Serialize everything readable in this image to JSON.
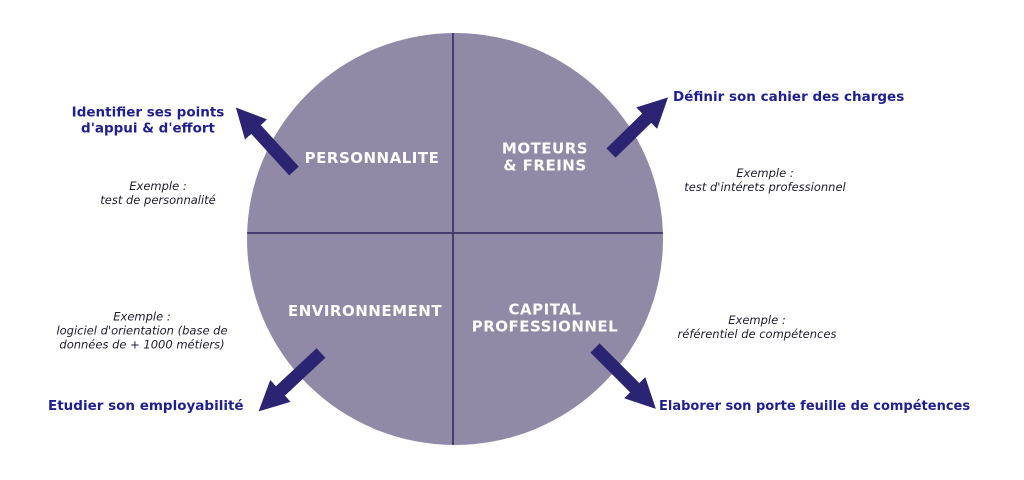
{
  "diagram": {
    "quadrants": [
      {
        "id": "personnalite",
        "label": "PERSONNALITE"
      },
      {
        "id": "moteurs-freins",
        "label": "MOTEURS\n& FREINS"
      },
      {
        "id": "environnement",
        "label": "ENVIRONNEMENT"
      },
      {
        "id": "capital-professionnel",
        "label": "CAPITAL\nPROFESSIONNEL"
      }
    ],
    "callouts": [
      {
        "position": "top-left",
        "action": "Identifier ses points\nd'appui & d'effort",
        "example": "Exemple :\ntest de personnalité"
      },
      {
        "position": "top-right",
        "action": "Définir son cahier des charges",
        "example": "Exemple :\ntest d'intérets professionnel"
      },
      {
        "position": "bottom-left",
        "action": "Etudier son employabilité",
        "example": "Exemple :\nlogiciel d'orientation (base de\ndonnées de + 1000 métiers)"
      },
      {
        "position": "bottom-right",
        "action": "Elaborer son porte feuille de compétences",
        "example": "Exemple :\nréférentiel de compétences"
      }
    ],
    "colors": {
      "circle_fill": "#918AA6",
      "divider": "#463C6E",
      "arrow": "#2A2472",
      "action_text": "#1F1F8F",
      "example_text": "#1C1C2E",
      "quadrant_label_text": "#FFFFFF"
    }
  }
}
